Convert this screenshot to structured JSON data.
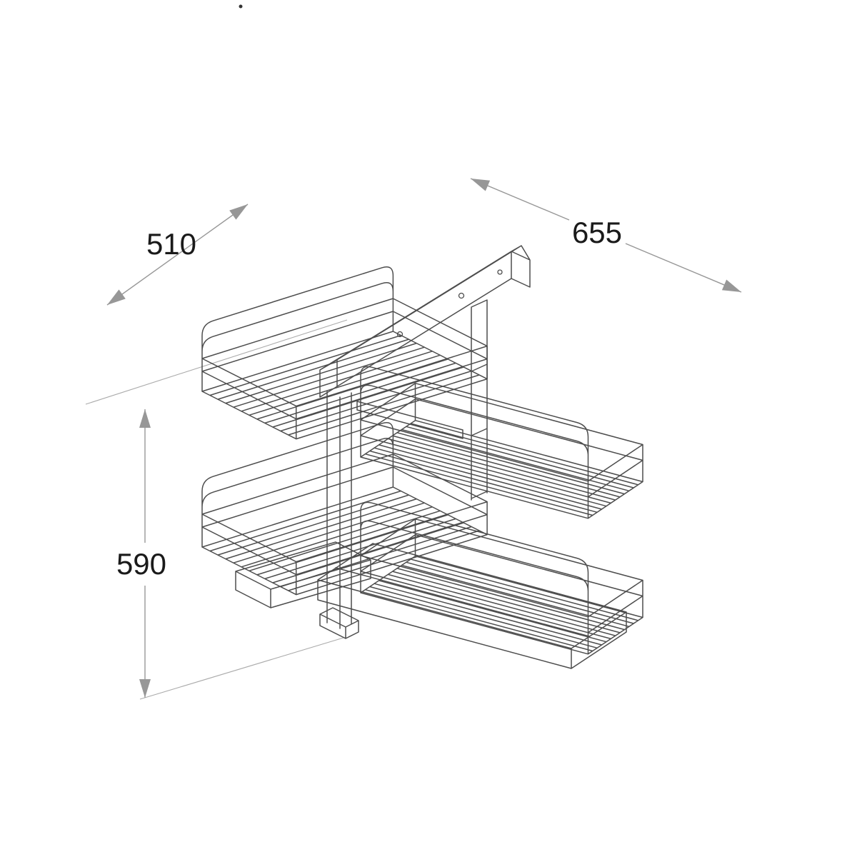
{
  "diagram": {
    "type": "technical-drawing",
    "subject": "two-tier corner pull-out wire basket unit, isometric wireframe with dimensions",
    "dimensions": {
      "depth": {
        "label": "510"
      },
      "width": {
        "label": "655"
      },
      "height": {
        "label": "590"
      }
    },
    "colors": {
      "background": "#ffffff",
      "object_line": "#4d4d4d",
      "dimension_line": "#979797",
      "extension_line": "#ababab",
      "label_text": "#1a1a1a"
    }
  }
}
